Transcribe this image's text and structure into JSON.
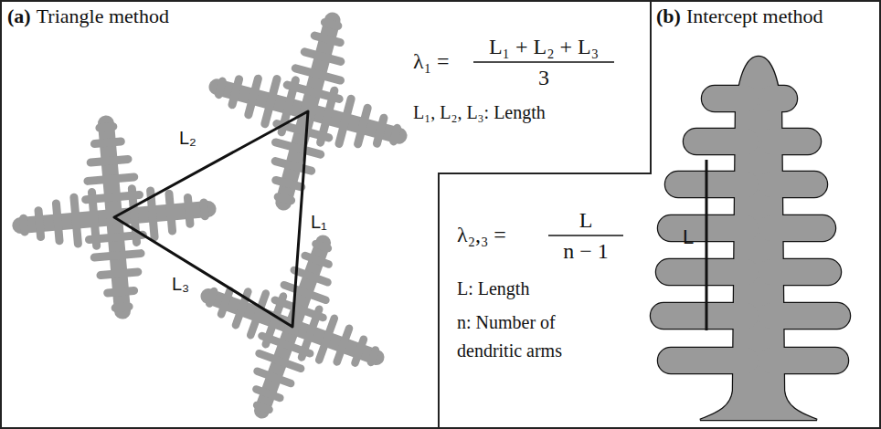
{
  "diagram": {
    "labels": [
      "(a)",
      "Triangle method",
      "λ₁ =",
      "L₁ + L₂ + L₃",
      "3",
      "L₁, L₂, L₃: Length",
      "L₂",
      "L₁",
      "L₃",
      "(b)",
      "Intercept method",
      "λ₂,₃ =",
      "L",
      "n − 1",
      "L: Length",
      "n: Number of dendritic arms",
      "L"
    ]
  }
}
